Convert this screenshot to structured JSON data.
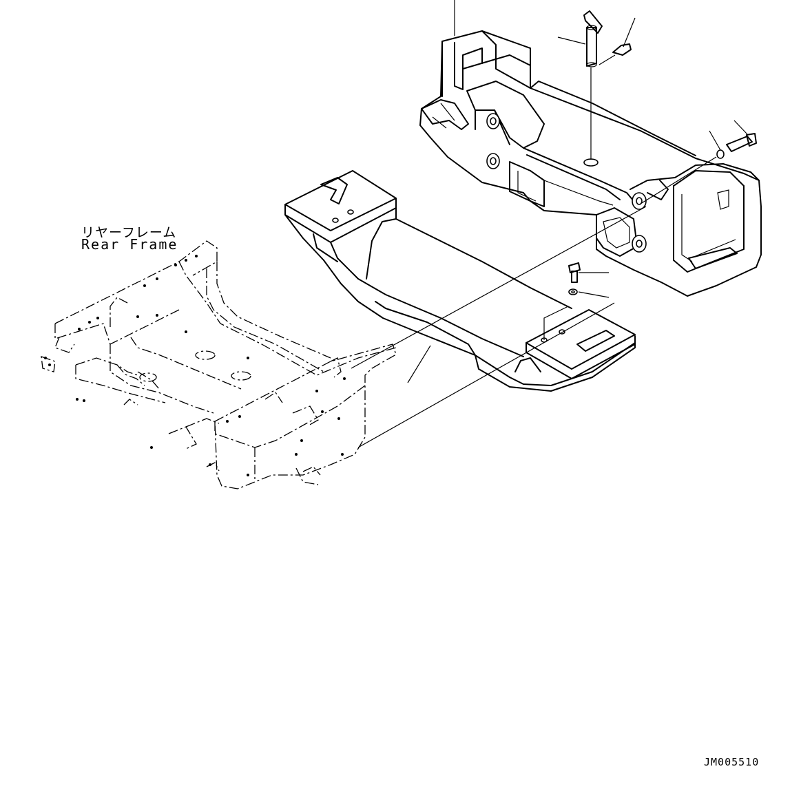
{
  "labels": {
    "rear_frame_jp": "リヤーフレーム",
    "rear_frame_en": "Rear Frame",
    "drawing_code": "JM005510"
  },
  "colors": {
    "line": "#000000",
    "background": "#ffffff"
  }
}
